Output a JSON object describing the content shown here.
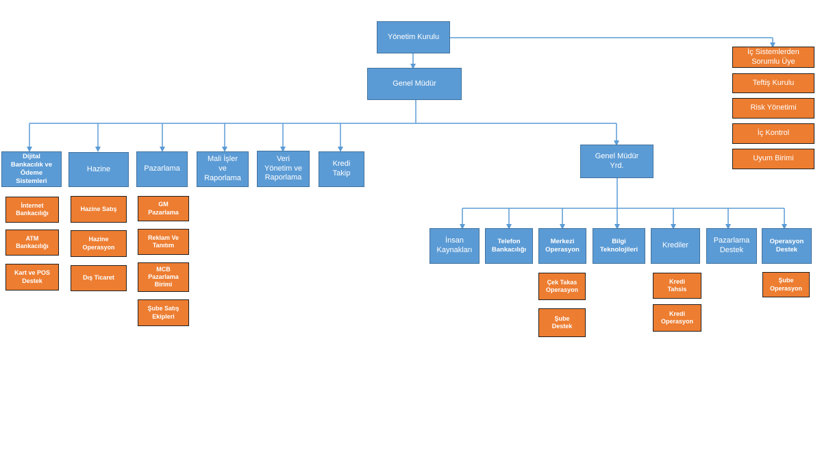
{
  "colors": {
    "blue": "#5b9bd5",
    "orange": "#ed7d31",
    "connector": "#5b9bd5"
  },
  "top": {
    "board": "Yönetim Kurulu",
    "ceo": "Genel Müdür"
  },
  "right_column": [
    "İç Sistemlerden\nSorumlu Üye",
    "Teftiş Kurulu",
    "Risk Yönetimi",
    "İç Kontrol",
    "Uyum Birimi"
  ],
  "departments": {
    "digital": "Dijital\nBankacılık ve\nÖdeme\nSistemleri",
    "treasury": "Hazine",
    "marketing": "Pazarlama",
    "finance": "Mali İşler\nve\nRaporlama",
    "data": "Veri\nYönetim ve\nRaporlama",
    "credit_tracking": "Kredi\nTakip",
    "deputy": "Genel Müdür\nYrd."
  },
  "digital_subs": [
    "İnternet\nBankacılığı",
    "ATM\nBankacılığı",
    "Kart ve POS\nDestek"
  ],
  "treasury_subs": [
    "Hazine Satış",
    "Hazine\nOperasyon",
    "Dış Ticaret"
  ],
  "marketing_subs": [
    "GM\nPazarlama",
    "Reklam Ve\nTanıtım",
    "MCB\nPazarlama\nBirimi",
    "Şube Satış\nEkipleri"
  ],
  "deputy_units": {
    "hr": "İnsan\nKaynakları",
    "phone": "Telefon\nBankacılığı",
    "central_ops": "Merkezi\nOperasyon",
    "it": "Bilgi\nTeknolojileri",
    "credits": "Krediler",
    "mkt_support": "Pazarlama\nDestek",
    "ops_support": "Operasyon\nDestek"
  },
  "central_ops_subs": [
    "Çek Takas\nOperasyon",
    "Şube\nDestek"
  ],
  "credits_subs": [
    "Kredi\nTahsis",
    "Kredi\nOperasyon"
  ],
  "ops_support_subs": [
    "Şube\nOperasyon"
  ]
}
